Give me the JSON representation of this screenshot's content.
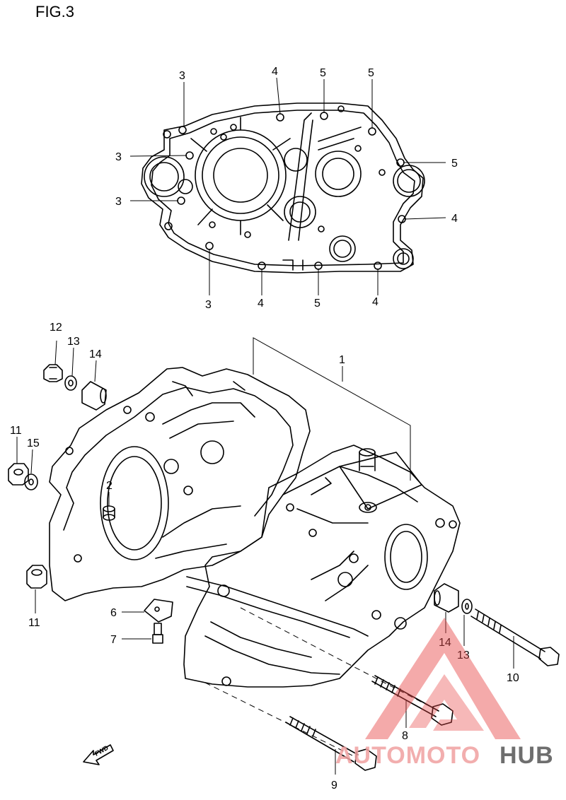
{
  "figure": {
    "title": "FIG.3"
  },
  "callouts": [
    {
      "id": "c3a",
      "label": "3"
    },
    {
      "id": "c4a",
      "label": "4"
    },
    {
      "id": "c5a",
      "label": "5"
    },
    {
      "id": "c5b",
      "label": "5"
    },
    {
      "id": "c3b",
      "label": "3"
    },
    {
      "id": "c5c",
      "label": "5"
    },
    {
      "id": "c3c",
      "label": "3"
    },
    {
      "id": "c4b",
      "label": "4"
    },
    {
      "id": "c3d",
      "label": "3"
    },
    {
      "id": "c4c",
      "label": "4"
    },
    {
      "id": "c5d",
      "label": "5"
    },
    {
      "id": "c4d",
      "label": "4"
    },
    {
      "id": "c1",
      "label": "1"
    },
    {
      "id": "c12",
      "label": "12"
    },
    {
      "id": "c13a",
      "label": "13"
    },
    {
      "id": "c14a",
      "label": "14"
    },
    {
      "id": "c11a",
      "label": "11"
    },
    {
      "id": "c15",
      "label": "15"
    },
    {
      "id": "c2",
      "label": "2"
    },
    {
      "id": "c11b",
      "label": "11"
    },
    {
      "id": "c6",
      "label": "6"
    },
    {
      "id": "c7",
      "label": "7"
    },
    {
      "id": "c14b",
      "label": "14"
    },
    {
      "id": "c13b",
      "label": "13"
    },
    {
      "id": "c10",
      "label": "10"
    },
    {
      "id": "c8",
      "label": "8"
    },
    {
      "id": "c9",
      "label": "9"
    }
  ],
  "fwd_arrow": {
    "label": "FWD"
  },
  "watermark": {
    "part1": "AUTOMOTO",
    "part2": "HUB",
    "color1": "#f0a0a0",
    "color2": "#555555",
    "triangle_color": "#e84848"
  }
}
